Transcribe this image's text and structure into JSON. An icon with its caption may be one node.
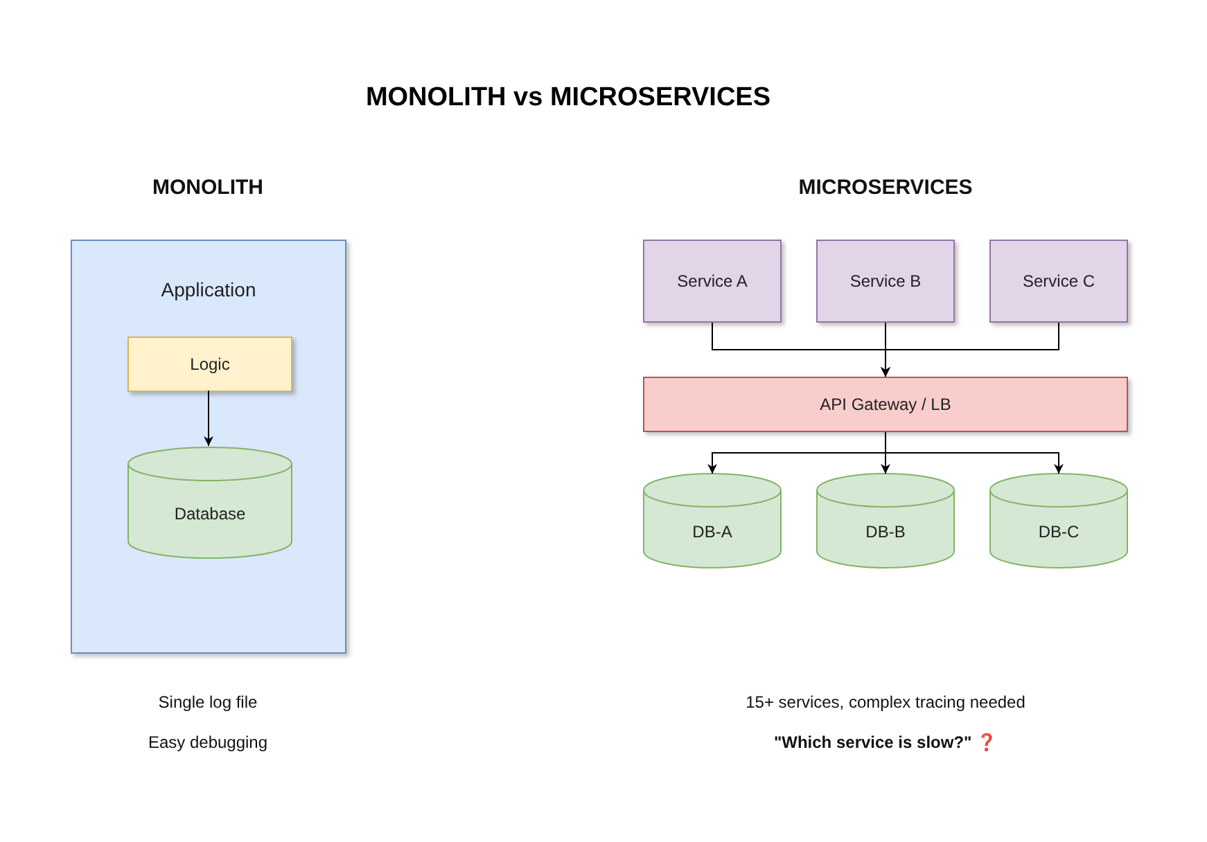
{
  "diagram": {
    "title": "MONOLITH vs MICROSERVICES",
    "nodes": [
      {
        "text": [
          "Application"
        ]
      },
      {
        "text": [
          "Logic"
        ],
        "in": 0
      },
      {
        "text": [
          "Database"
        ],
        "in": 0
      },
      {
        "text": [
          "Service A"
        ]
      },
      {
        "text": [
          "Service B"
        ]
      },
      {
        "text": [
          "Service C"
        ]
      },
      {
        "text": [
          "API Gateway / LB"
        ]
      },
      {
        "text": [
          "DB-A"
        ]
      },
      {
        "text": [
          "DB-B"
        ]
      },
      {
        "text": [
          "DB-C"
        ]
      }
    ],
    "edges": [
      {
        "from": 1,
        "to": 2,
        "arrow": "to"
      },
      {
        "from": 3,
        "to": 6,
        "arrow": "to"
      },
      {
        "from": 4,
        "to": 6,
        "arrow": "to"
      },
      {
        "from": 5,
        "to": 6,
        "arrow": "to"
      },
      {
        "from": 6,
        "to": 7,
        "arrow": "to"
      },
      {
        "from": 6,
        "to": 8,
        "arrow": "to"
      },
      {
        "from": 6,
        "to": 9,
        "arrow": "to"
      }
    ],
    "labels": [
      "MONOLITH",
      "MICROSERVICES",
      "Single log file",
      "Easy debugging",
      "15+ services, complex tracing needed",
      "\"Which service is slow?\" ❓"
    ]
  }
}
